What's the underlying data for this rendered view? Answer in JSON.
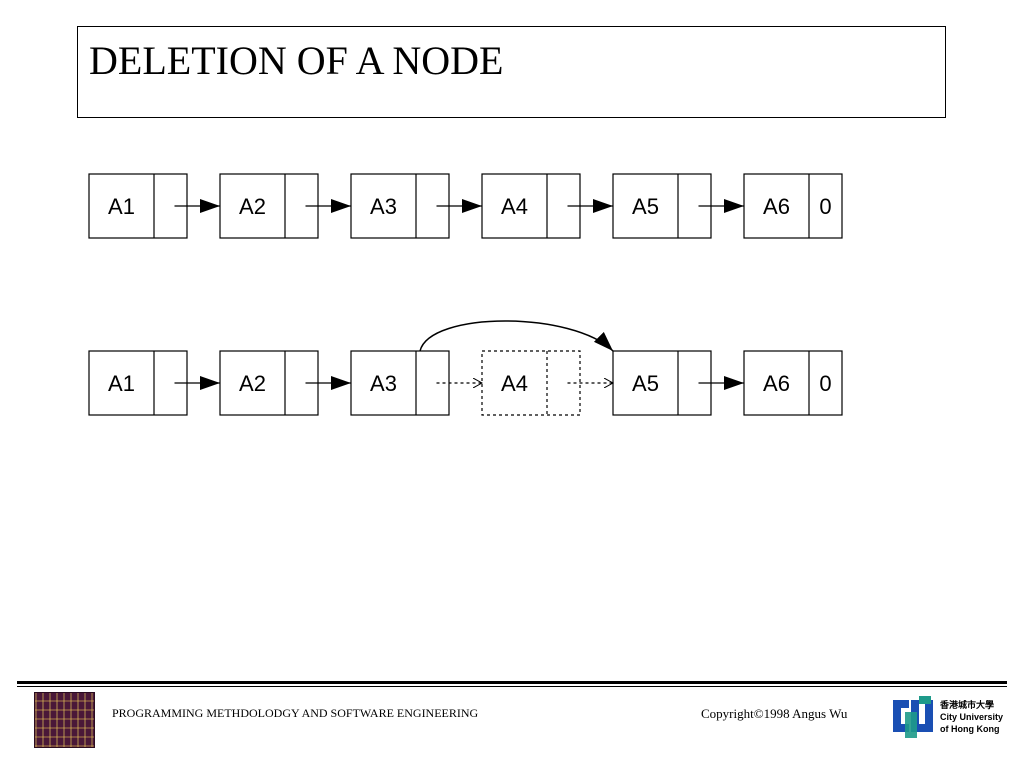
{
  "title": "DELETION OF A NODE",
  "list_before": {
    "nodes": [
      {
        "label": "A1",
        "next": ""
      },
      {
        "label": "A2",
        "next": ""
      },
      {
        "label": "A3",
        "next": ""
      },
      {
        "label": "A4",
        "next": ""
      },
      {
        "label": "A5",
        "next": ""
      },
      {
        "label": "A6",
        "next": "0"
      }
    ]
  },
  "list_after": {
    "nodes": [
      {
        "label": "A1",
        "next": "",
        "deleted": false
      },
      {
        "label": "A2",
        "next": "",
        "deleted": false
      },
      {
        "label": "A3",
        "next": "",
        "deleted": false
      },
      {
        "label": "A4",
        "next": "",
        "deleted": true
      },
      {
        "label": "A5",
        "next": "",
        "deleted": false
      },
      {
        "label": "A6",
        "next": "0",
        "deleted": false
      }
    ],
    "bypass": {
      "from": "A3",
      "to": "A5"
    }
  },
  "footer": {
    "course": "PROGRAMMING METHDOLODGY AND SOFTWARE ENGINEERING",
    "copyright": "Copyright©1998 Angus Wu",
    "logo_chinese": "香港城市大學",
    "logo_line1": "City University",
    "logo_line2": "of Hong Kong"
  },
  "colors": {
    "stroke": "#000000",
    "logo_blue": "#1a4fb3",
    "logo_teal": "#1e9a8a"
  }
}
